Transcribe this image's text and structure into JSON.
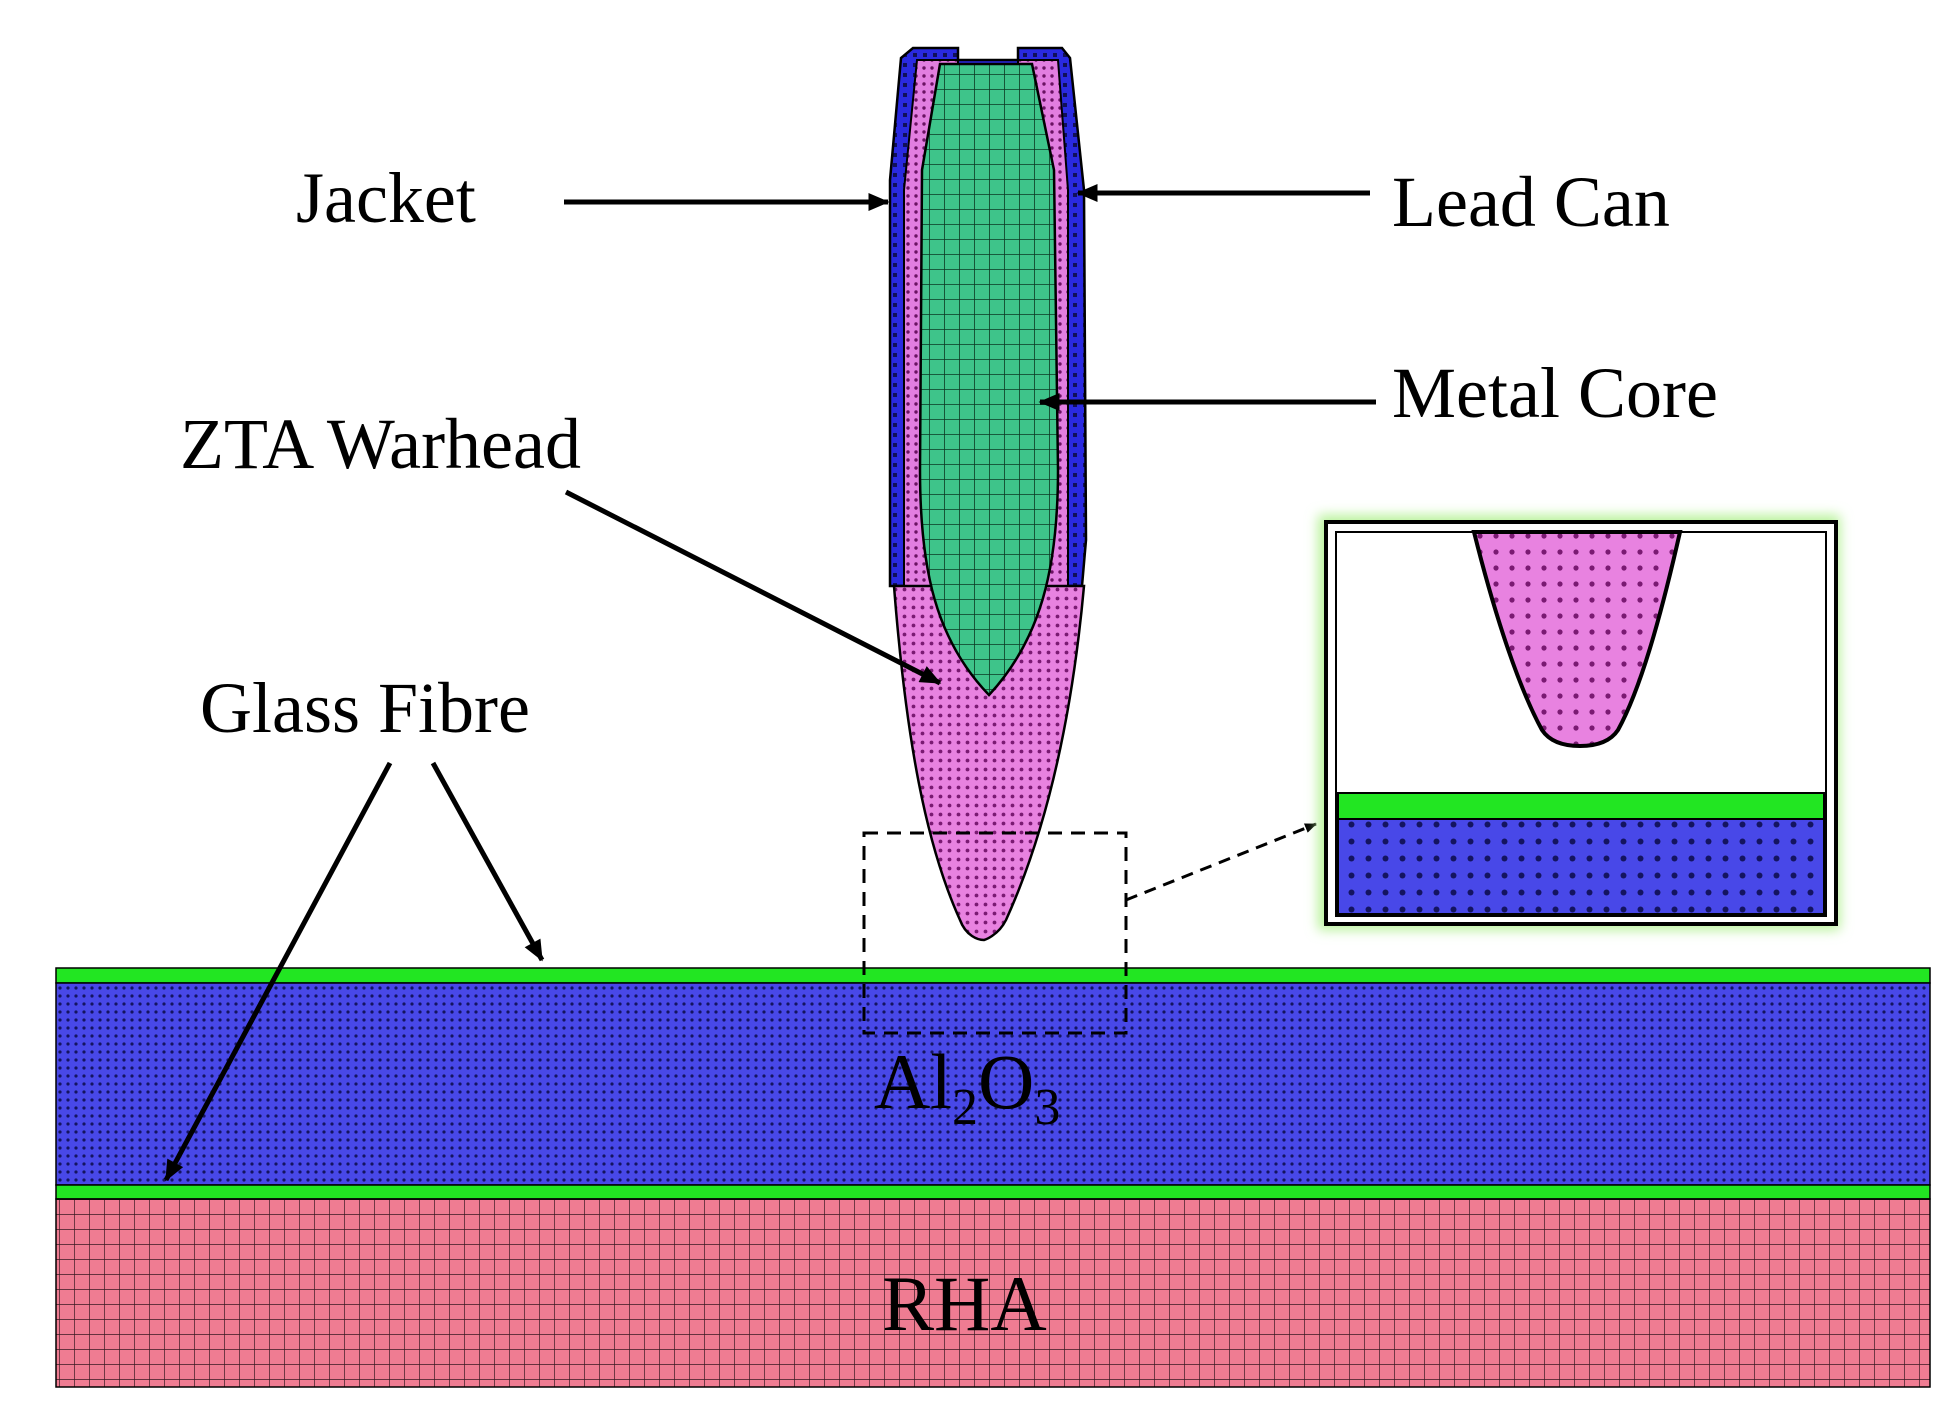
{
  "labels": {
    "jacket": "Jacket",
    "lead_can": "Lead Can",
    "metal_core": "Metal Core",
    "zta_warhead": "ZTA Warhead",
    "glass_fibre": "Glass Fibre",
    "al2o3_main": "Al",
    "al2o3_sub1": "2",
    "al2o3_mid": "O",
    "al2o3_sub2": "3",
    "rha": "RHA"
  },
  "colors": {
    "jacket": "#2a2ae0",
    "lead_can": "#e27ee0",
    "metal_core": "#3ec48a",
    "zta_warhead": "#e882e0",
    "glass_fibre": "#22e622",
    "al2o3": "#4848e8",
    "rha": "#ef7c92",
    "inset_glow": "#b8f29a"
  },
  "icons": {
    "arrow": "arrow-icon"
  }
}
